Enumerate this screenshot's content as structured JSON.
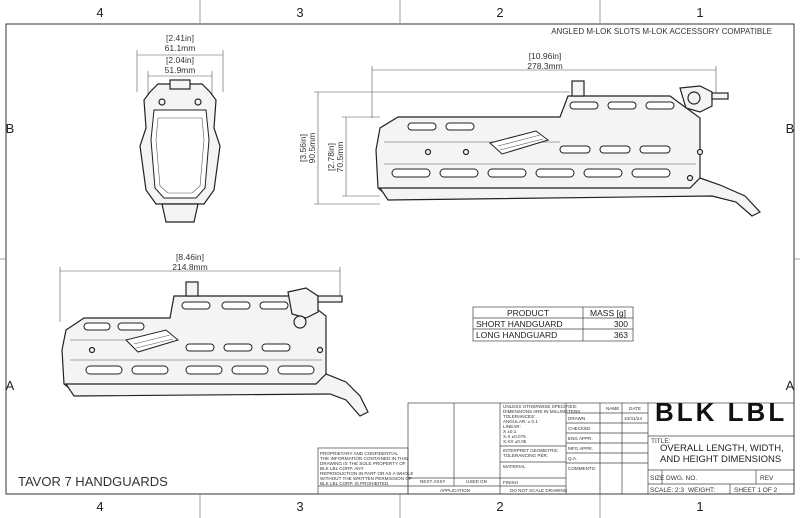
{
  "zones": {
    "columns": [
      "4",
      "3",
      "2",
      "1"
    ],
    "rows": [
      "B",
      "A"
    ]
  },
  "header_note": "ANGLED M-LOK SLOTS M-LOK ACCESSORY COMPATIBLE",
  "dimensions": {
    "front_width_outer": [
      "[2.41in]",
      "61.1mm"
    ],
    "front_width_inner": [
      "[2.04in]",
      "51.9mm"
    ],
    "long_length": [
      "[10.96in]",
      "278.3mm"
    ],
    "long_height_total": [
      "[3.56in]",
      "90.5mm"
    ],
    "long_height_body": [
      "[2.78in]",
      "70.5mm"
    ],
    "short_length": [
      "[8.46in]",
      "214.8mm"
    ]
  },
  "mass_table": {
    "headers": [
      "PRODUCT",
      "MASS [g]"
    ],
    "rows": [
      [
        "SHORT HANDGUARD",
        "300"
      ],
      [
        "LONG HANDGUARD",
        "363"
      ]
    ]
  },
  "drawing_label": "TAVOR 7 HANDGUARDS",
  "title_block": {
    "logo": "BLK LBL",
    "spec": [
      "UNLESS OTHERWISE SPECIFIED:",
      "DIMENSIONS ARE IN MILLIMETERS",
      "TOLERANCES:",
      "ANGULAR: ±  0.1",
      "LINEAR:",
      "X    ±0.1",
      "X.X  ±0.075",
      "X.XX ±0.05"
    ],
    "geo": [
      "INTERPRET GEOMETRIC",
      "TOLERANCING PER:"
    ],
    "material": "MATERIAL",
    "finish": "FINISH",
    "no_scale": "DO NOT SCALE DRAWING",
    "name_col": "NAME",
    "date_col": "DATE",
    "rows": [
      "DRAWN",
      "CHECKED",
      "ENG APPR.",
      "MFG APPR.",
      "Q.A.",
      "COMMENTS:"
    ],
    "drawn_date": "10/31/24",
    "title_label": "TITLE:",
    "title_lines": [
      "OVERALL LENGTH, WIDTH,",
      "AND HEIGHT DIMENSIONS"
    ],
    "size": "SIZE",
    "dwg_no": "DWG.  NO.",
    "rev": "REV",
    "scale": "SCALE: 2:3",
    "weight": "WEIGHT:",
    "sheet": "SHEET 1 OF 2",
    "next_assy": "NEXT ASSY",
    "used_on": "USED ON",
    "application": "APPLICATION",
    "proprietary": [
      "PROPRIETARY AND CONFIDENTIAL",
      "THE INFORMATION CONTAINED IN THIS",
      "DRAWING IS THE SOLE PROPERTY OF",
      "BLK LBL CORP.  ANY",
      "REPRODUCTION IN PART OR AS A WHOLE",
      "WITHOUT THE WRITTEN PERMISSION OF",
      "BLK LBL CORP. IS PROHIBITED."
    ]
  }
}
